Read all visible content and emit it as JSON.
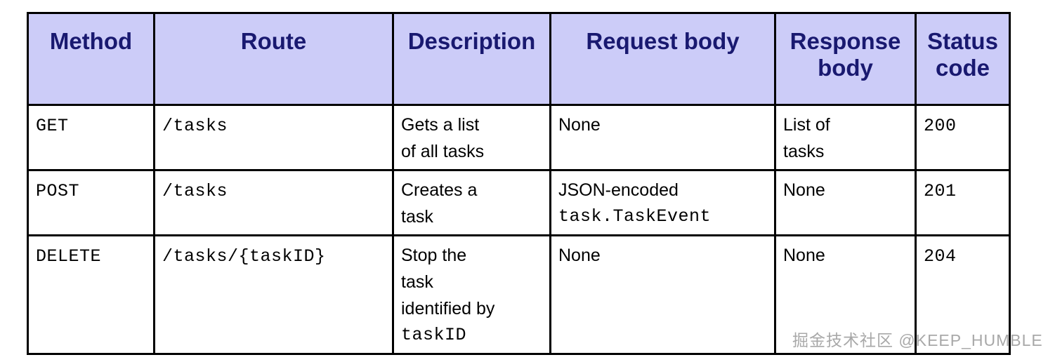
{
  "table": {
    "columns": [
      {
        "key": "method",
        "label": "Method"
      },
      {
        "key": "route",
        "label": "Route"
      },
      {
        "key": "desc",
        "label": "Description"
      },
      {
        "key": "reqbody",
        "label": "Request body"
      },
      {
        "key": "resbody",
        "label": "Response body"
      },
      {
        "key": "status",
        "label": "Status code"
      }
    ],
    "header_bg": "#ccccf8",
    "header_text_color": "#191970",
    "border_color": "#000000",
    "rows": [
      {
        "method": "GET",
        "route": "/tasks",
        "desc_lines": [
          "Gets a list",
          "of all tasks"
        ],
        "reqbody_lines": [
          "None"
        ],
        "resbody_lines": [
          "List of",
          "tasks"
        ],
        "status": "200"
      },
      {
        "method": "POST",
        "route": "/tasks",
        "desc_lines": [
          "Creates a",
          "task"
        ],
        "reqbody_lines": [
          "JSON-encoded"
        ],
        "reqbody_mono": "task.TaskEvent",
        "resbody_lines": [
          "None"
        ],
        "status": "201"
      },
      {
        "method": "DELETE",
        "route": "/tasks/{taskID}",
        "desc_lines": [
          "Stop the",
          "task",
          "identified by"
        ],
        "desc_mono": "taskID",
        "reqbody_lines": [
          "None"
        ],
        "resbody_lines": [
          "None"
        ],
        "status": "204"
      }
    ]
  },
  "watermark": {
    "text": "掘金技术社区 @KEEP_HUMBLE"
  }
}
